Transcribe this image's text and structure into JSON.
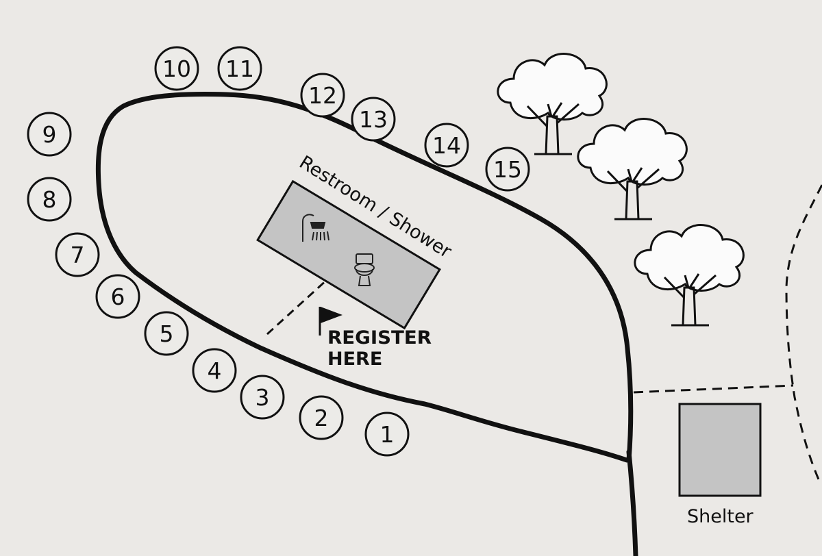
{
  "map": {
    "restroom_label": "Restroom / Shower",
    "register_label": "REGISTER",
    "register_label_2": "HERE",
    "shelter_label": "Shelter",
    "sites": [
      "1",
      "2",
      "3",
      "4",
      "5",
      "6",
      "7",
      "8",
      "9",
      "10",
      "11",
      "12",
      "13",
      "14",
      "15"
    ],
    "colors": {
      "paper": "#e9e8e5",
      "ink": "#111111",
      "building_fill": "#c4c4c4"
    }
  }
}
